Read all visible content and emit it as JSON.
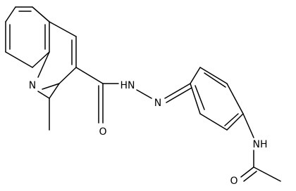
{
  "molecule": {
    "atom_labels": {
      "quinoline_n": "N",
      "carbonyl_o": "O",
      "hydrazide_nh": "HN",
      "imine_n": "N",
      "amide_nh": "NH",
      "acetyl_o": "O"
    }
  },
  "colors": {
    "bond": "#000000",
    "label": "#000000",
    "background": "#ffffff"
  }
}
